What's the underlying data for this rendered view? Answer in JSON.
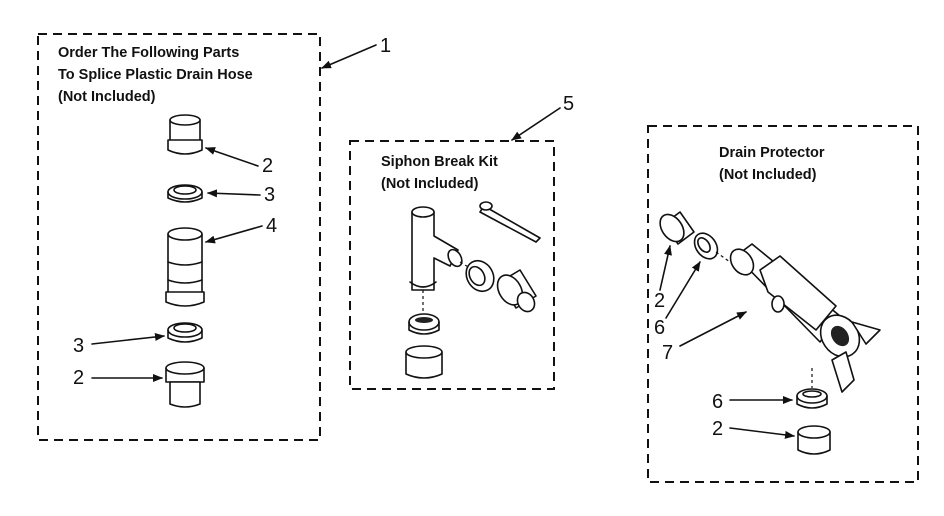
{
  "splice_group": {
    "title_line1": "Order The Following Parts",
    "title_line2": "To Splice Plastic Drain Hose",
    "title_line3": "(Not Included)"
  },
  "siphon_group": {
    "title_line1": "Siphon Break Kit",
    "title_line2": "(Not Included)"
  },
  "drain_group": {
    "title_line1": "Drain Protector",
    "title_line2": "(Not Included)"
  },
  "callouts": {
    "c1": "1",
    "c5": "5",
    "splice_2_top": "2",
    "splice_3_top": "3",
    "splice_4": "4",
    "splice_3_bottom": "3",
    "splice_2_bottom": "2",
    "drain_2_left": "2",
    "drain_6_left": "6",
    "drain_7": "7",
    "drain_6_bottom": "6",
    "drain_2_bottom": "2"
  }
}
